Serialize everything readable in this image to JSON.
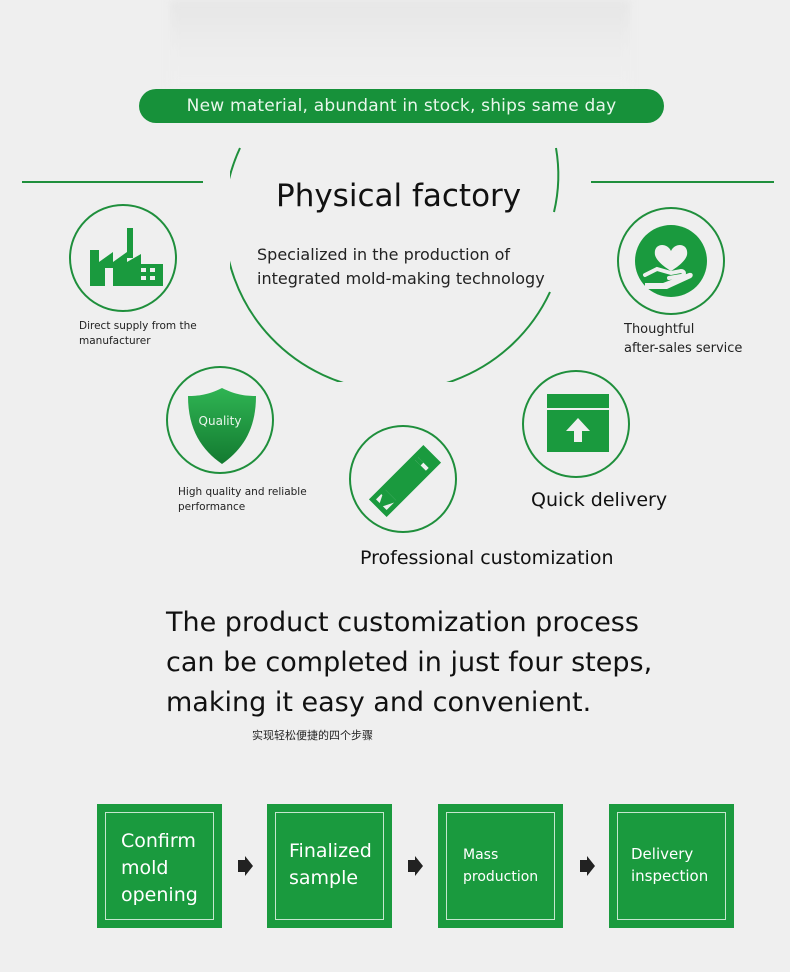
{
  "banner": {
    "text": "New material, abundant in stock, ships same day"
  },
  "factory": {
    "title": "Physical factory",
    "subtitle_line1": "Specialized in the production of",
    "subtitle_line2": "integrated mold-making technology"
  },
  "features": [
    {
      "icon": "factory-icon",
      "line1": "Direct supply from the",
      "line2": "manufacturer"
    },
    {
      "icon": "heart-hand-icon",
      "line1": "Thoughtful",
      "line2": "after-sales service"
    },
    {
      "icon": "quality-shield-icon",
      "badge": "Quality",
      "line1": "High quality and reliable",
      "line2": "performance"
    },
    {
      "icon": "pencil-ruler-icon",
      "label": "Professional customization"
    },
    {
      "icon": "delivery-box-icon",
      "label": "Quick delivery"
    }
  ],
  "process": {
    "headline_line1": "The product customization process",
    "headline_line2": "can be completed in just four steps,",
    "headline_line3": "making it easy and convenient.",
    "note": "实现轻松便捷的四个步骤",
    "steps": [
      {
        "label": "Confirm\nmold\nopening"
      },
      {
        "label": "Finalized\nsample"
      },
      {
        "label": "Mass\nproduction"
      },
      {
        "label": "Delivery\ninspection"
      }
    ]
  },
  "colors": {
    "accent": "#1a9a3e",
    "banner": "#17913a",
    "background": "#efefef"
  }
}
